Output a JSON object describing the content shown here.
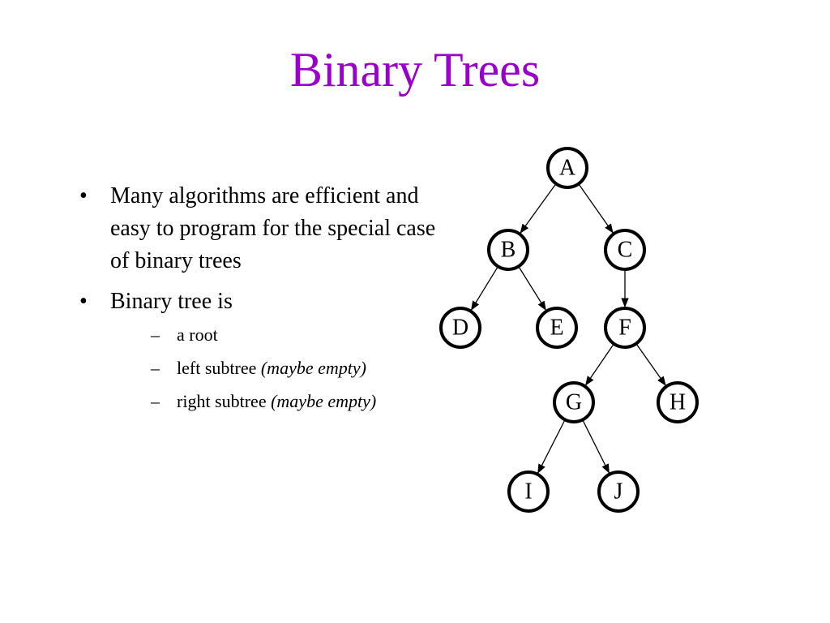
{
  "title": "Binary Trees",
  "colors": {
    "title": "#9900cc",
    "text": "#000000",
    "background": "#ffffff"
  },
  "bullets": [
    {
      "marker": "•",
      "text": "Many algorithms are efficient and easy to program for the special case of binary trees"
    },
    {
      "marker": "•",
      "text": "Binary tree is",
      "sub": [
        {
          "marker": "–",
          "text": "a root",
          "note": ""
        },
        {
          "marker": "–",
          "text": "left subtree ",
          "note": "(maybe empty)"
        },
        {
          "marker": "–",
          "text": "right subtree ",
          "note": "(maybe empty)"
        }
      ]
    }
  ],
  "tree": {
    "nodes": [
      {
        "id": "A",
        "label": "A"
      },
      {
        "id": "B",
        "label": "B"
      },
      {
        "id": "C",
        "label": "C"
      },
      {
        "id": "D",
        "label": "D"
      },
      {
        "id": "E",
        "label": "E"
      },
      {
        "id": "F",
        "label": "F"
      },
      {
        "id": "G",
        "label": "G"
      },
      {
        "id": "H",
        "label": "H"
      },
      {
        "id": "I",
        "label": "I"
      },
      {
        "id": "J",
        "label": "J"
      }
    ],
    "edges": [
      {
        "from": "A",
        "to": "B"
      },
      {
        "from": "A",
        "to": "C"
      },
      {
        "from": "B",
        "to": "D"
      },
      {
        "from": "B",
        "to": "E"
      },
      {
        "from": "C",
        "to": "F"
      },
      {
        "from": "F",
        "to": "G"
      },
      {
        "from": "F",
        "to": "H"
      },
      {
        "from": "G",
        "to": "I"
      },
      {
        "from": "G",
        "to": "J"
      }
    ]
  }
}
